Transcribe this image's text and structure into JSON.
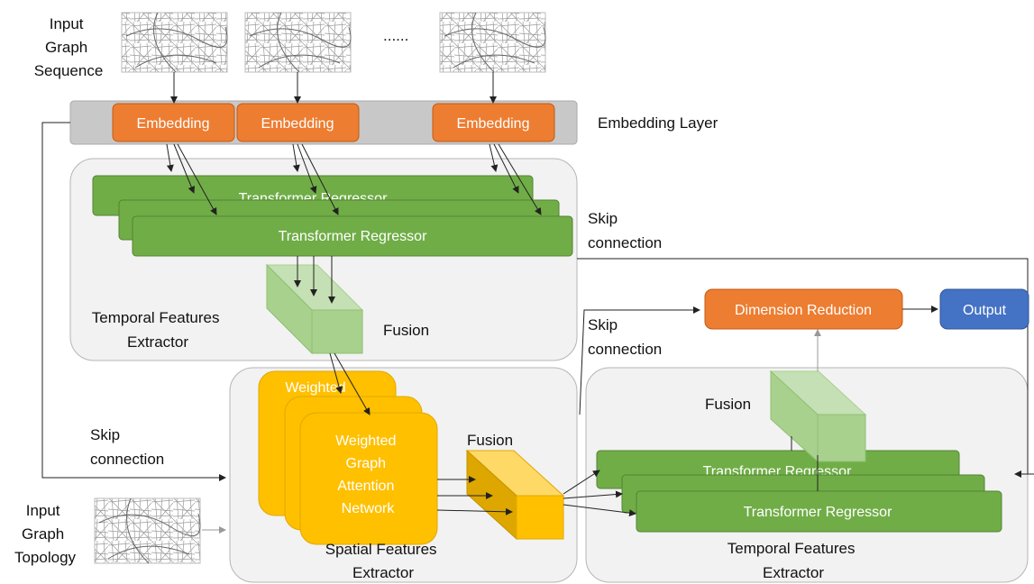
{
  "labels": {
    "input_graph_sequence": [
      "Input",
      "Graph",
      "Sequence"
    ],
    "ellipsis": "......",
    "embedding": [
      "Embedding",
      "Embedding",
      "Embedding"
    ],
    "embedding_layer": "Embedding Layer",
    "transformer_regressor": "Transformer Regressor",
    "skip_connection": [
      "Skip",
      "connection"
    ],
    "temporal_features_extractor": [
      "Temporal Features",
      "Extractor"
    ],
    "fusion": "Fusion",
    "weighted": "Weighted",
    "weighted_gat": [
      "Weighted",
      "Graph",
      "Attention",
      "Network"
    ],
    "spatial_features_extractor": [
      "Spatial Features",
      "Extractor"
    ],
    "input_graph_topology": [
      "Input",
      "Graph",
      "Topology"
    ],
    "dimension_reduction": "Dimension Reduction",
    "output": "Output"
  },
  "colors": {
    "embedding": "#ED7D31",
    "transformer": "#70AD47",
    "fusion_green": "#A9D18E",
    "gat": "#FFC000",
    "output": "#4472C4",
    "panel": "#F2F2F2",
    "embedding_layer": "#C8C8C8"
  }
}
